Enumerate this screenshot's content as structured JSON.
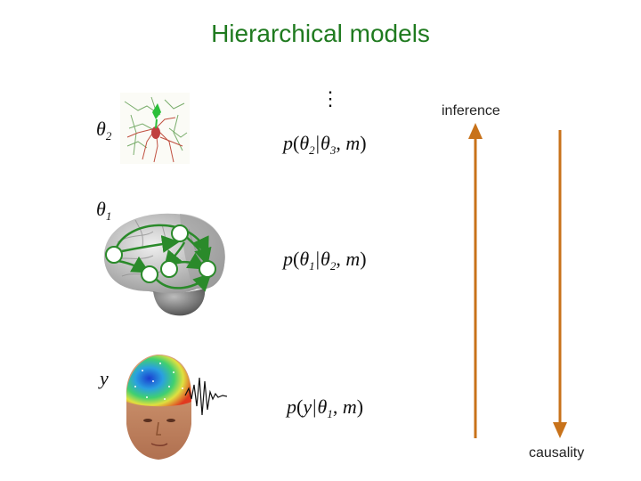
{
  "title": "Hierarchical models",
  "ellipsis": "⋮",
  "levels": [
    {
      "param": "θ",
      "param_sub": "2",
      "eq_fn": "p",
      "eq_var": "θ",
      "eq_var_sub": "2",
      "eq_cond": "θ",
      "eq_cond_sub": "3",
      "eq_model": "m"
    },
    {
      "param": "θ",
      "param_sub": "1",
      "eq_fn": "p",
      "eq_var": "θ",
      "eq_var_sub": "1",
      "eq_cond": "θ",
      "eq_cond_sub": "2",
      "eq_model": "m"
    },
    {
      "param": "y",
      "param_sub": "",
      "eq_fn": "p",
      "eq_var": "y",
      "eq_var_sub": "",
      "eq_cond": "θ",
      "eq_cond_sub": "1",
      "eq_model": "m"
    }
  ],
  "arrows": {
    "inference_label": "inference",
    "causality_label": "causality",
    "color": "#c8721a"
  },
  "colors": {
    "title": "#1f7a1f",
    "network": "#2a8a2a"
  },
  "icons": [
    "neuron-image",
    "brain-network-image",
    "head-eeg-image"
  ]
}
